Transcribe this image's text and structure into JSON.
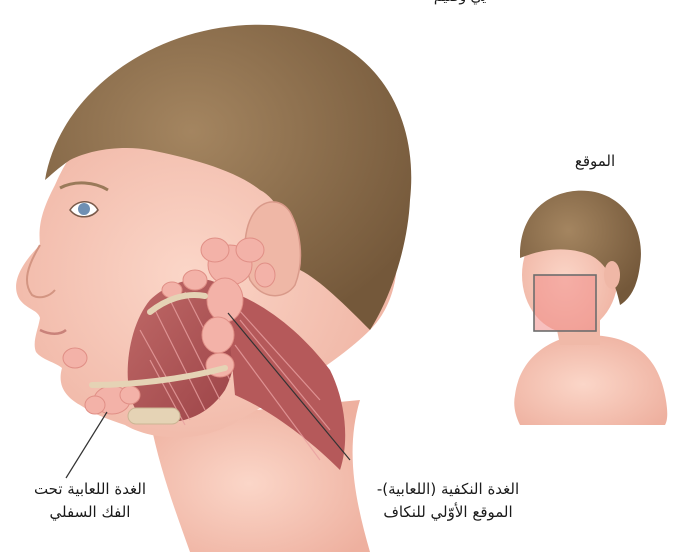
{
  "labels": {
    "title_fragment": "يي وصيم",
    "location": "الموقع",
    "submandibular": {
      "line1": "الغدة اللعابية تحت",
      "line2": "الفك السفلي"
    },
    "parotid": {
      "line1": "الغدة النكفية (اللعابية)-",
      "line2": "الموقع الأوّلي للنكاف"
    }
  },
  "colors": {
    "hair": "#8a6d4a",
    "skin": "#f7c6b6",
    "muscle": "#b5595a",
    "gland": "#f3b2a8",
    "inset_box_stroke": "#6d6d6d",
    "inset_box_fill": "#f08c89"
  }
}
